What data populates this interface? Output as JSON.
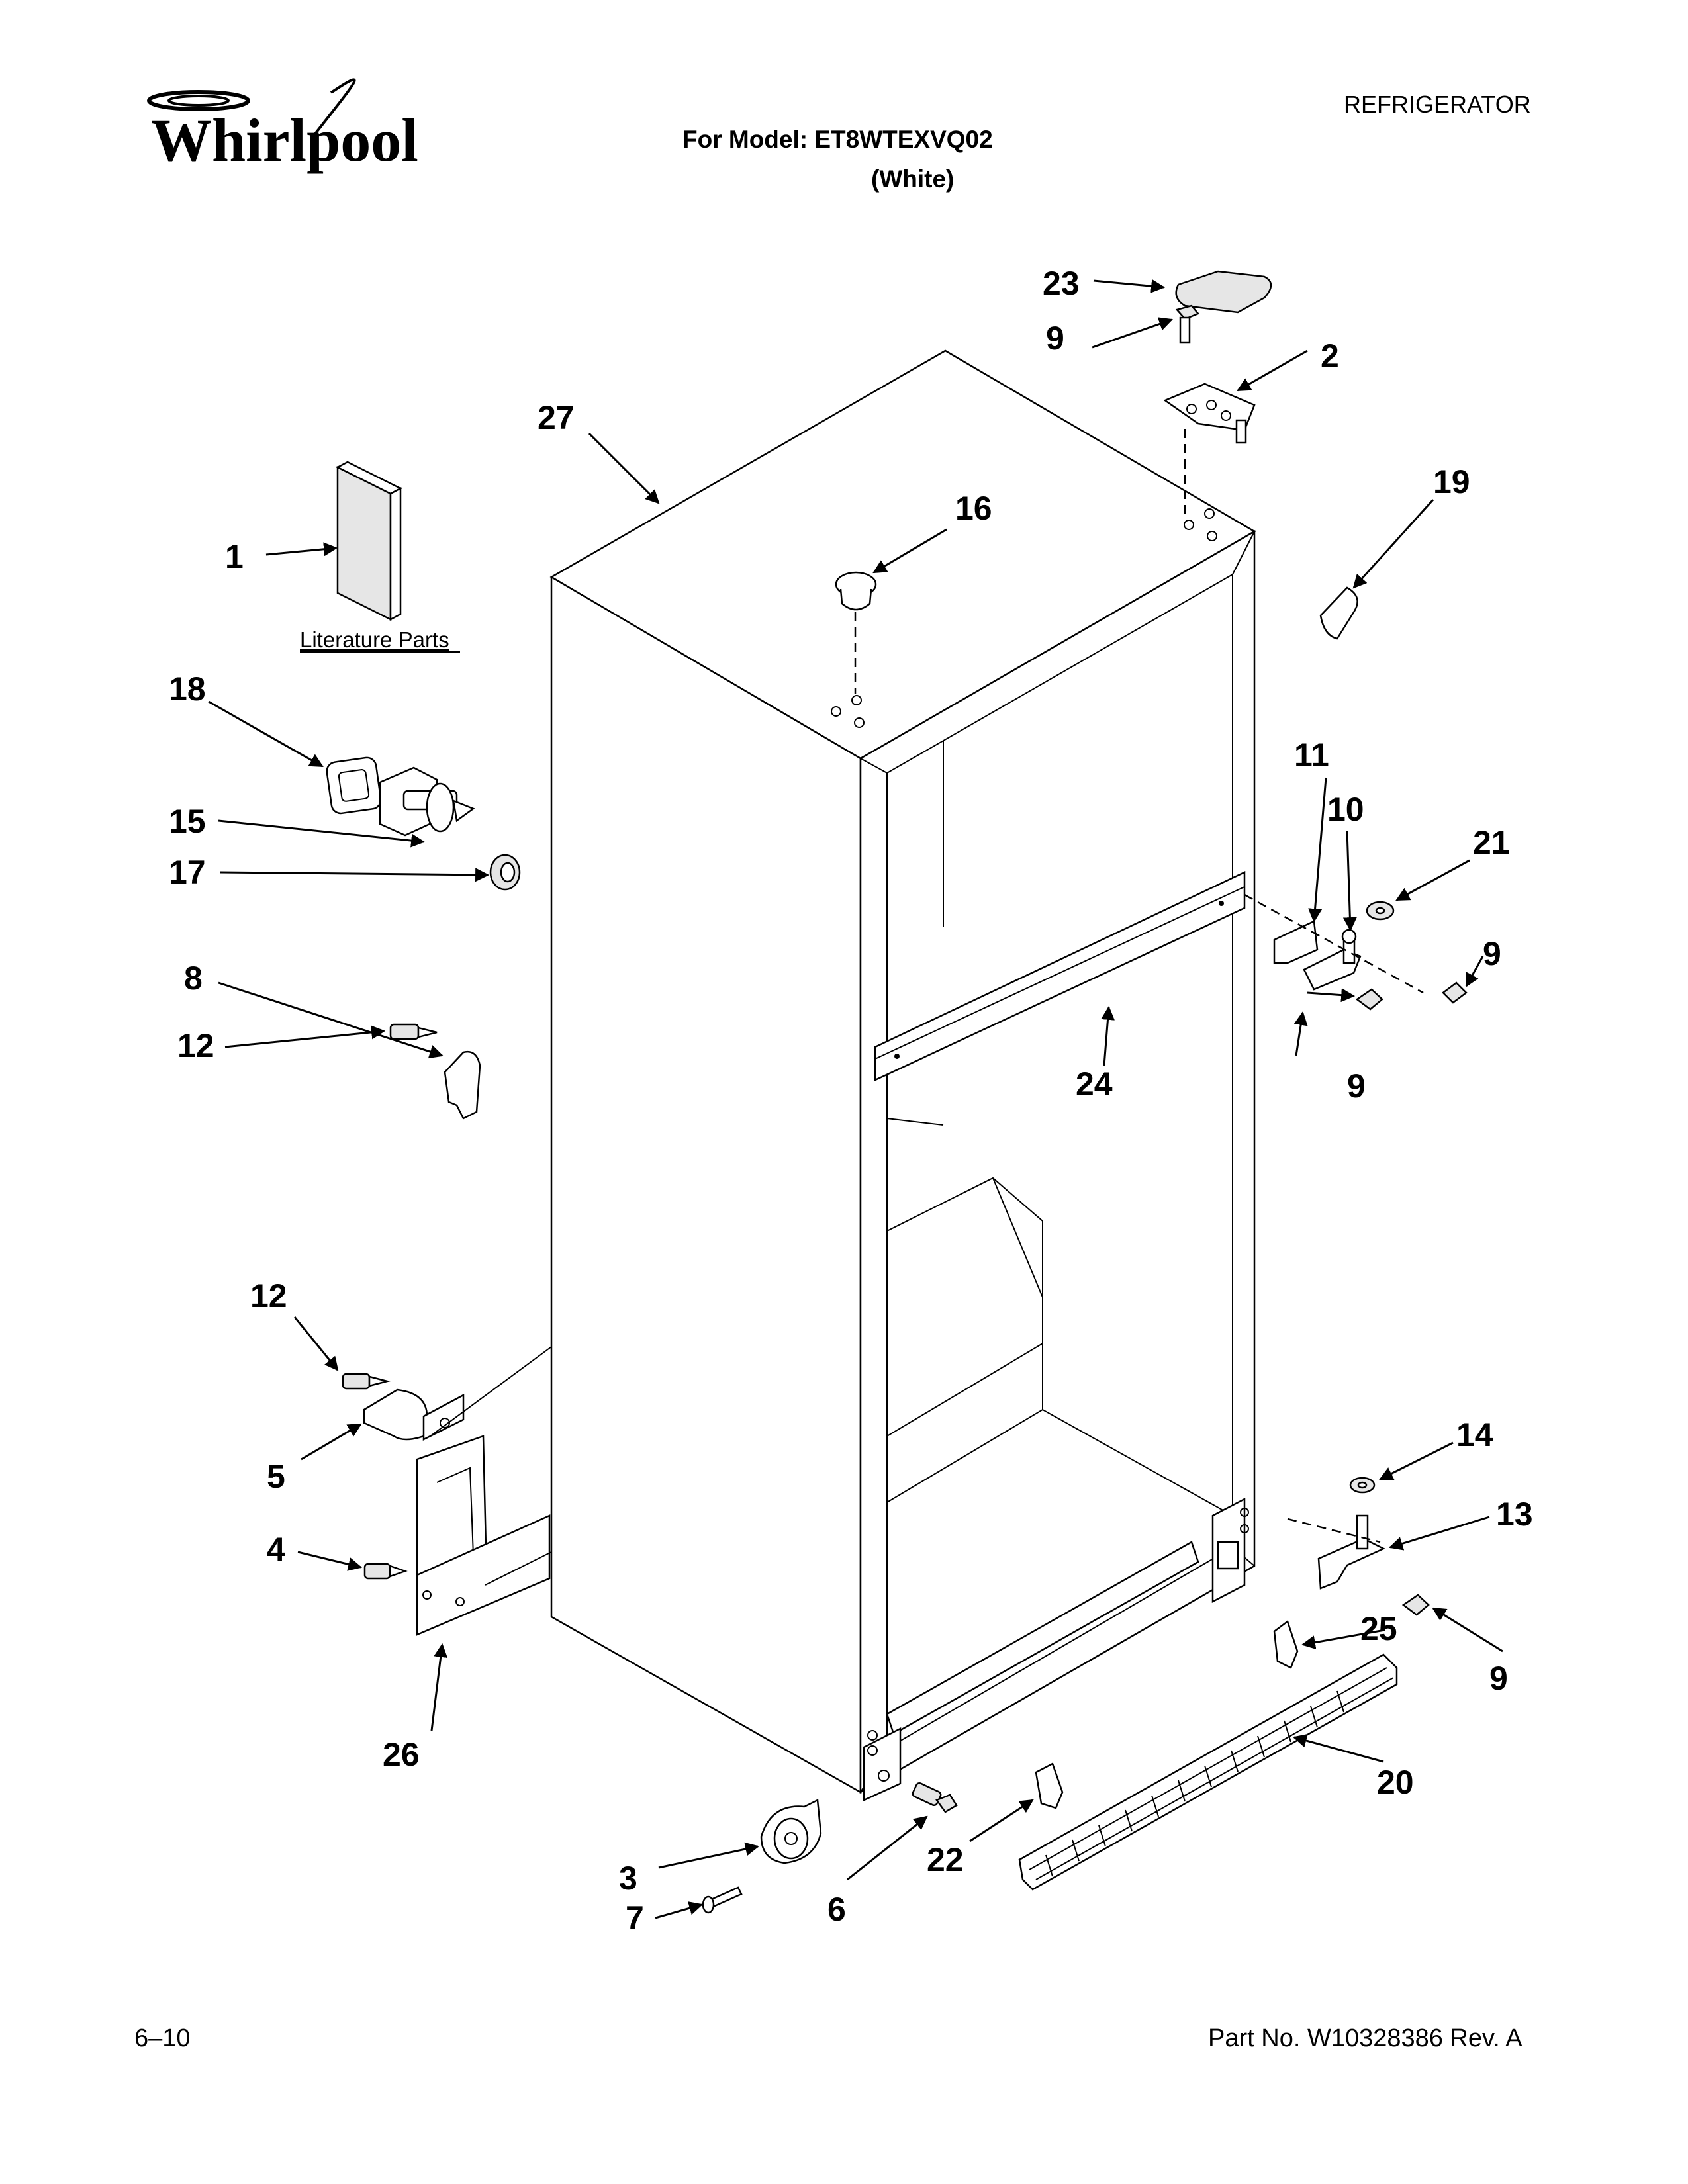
{
  "header": {
    "brand": "Whirlpool",
    "category": "REFRIGERATOR",
    "model_line": "For Model: ET8WTEXVQ02",
    "color_line": "(White)"
  },
  "literature_label": "Literature Parts",
  "callouts": {
    "c1": "1",
    "c2": "2",
    "c3": "3",
    "c4": "4",
    "c5": "5",
    "c6": "6",
    "c7": "7",
    "c8": "8",
    "c9a": "9",
    "c9b": "9",
    "c9c": "9",
    "c9d": "9",
    "c10": "10",
    "c11": "11",
    "c12a": "12",
    "c12b": "12",
    "c13": "13",
    "c14": "14",
    "c15": "15",
    "c16": "16",
    "c17": "17",
    "c18": "18",
    "c19": "19",
    "c20": "20",
    "c21": "21",
    "c22": "22",
    "c23": "23",
    "c24": "24",
    "c25": "25",
    "c26": "26",
    "c27": "27"
  },
  "footer": {
    "date": "6–10",
    "part_no": "Part No. W10328386 Rev. A"
  }
}
